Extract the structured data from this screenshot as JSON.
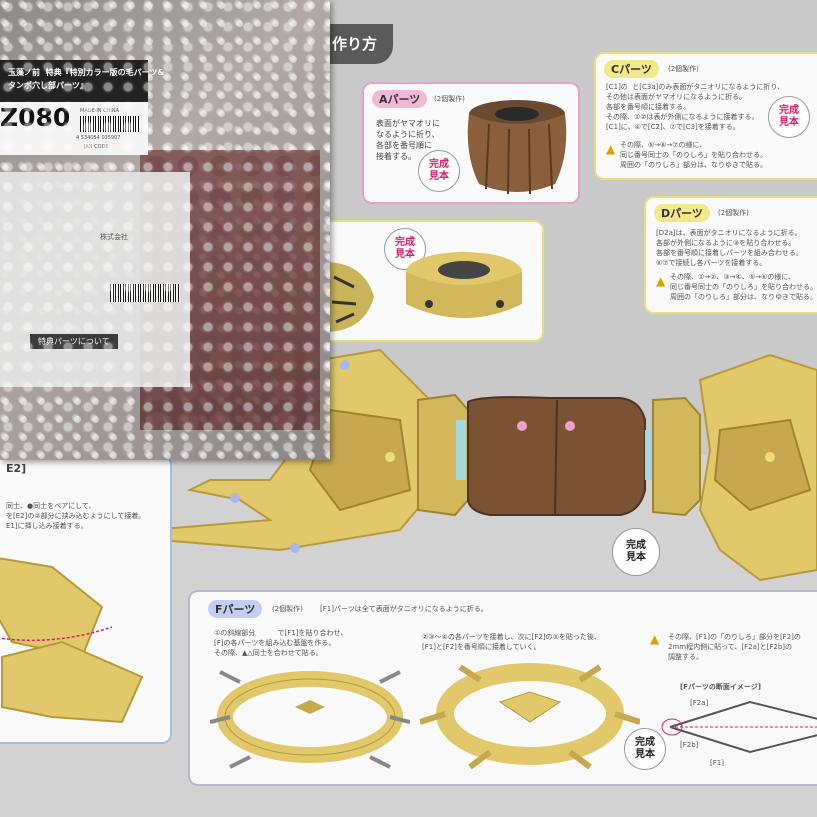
{
  "sheet": {
    "title": "作り方",
    "cards": {
      "a": {
        "badge": "Aパーツ",
        "count": "(2個製作)",
        "text": "表面がヤマオリに\nなるように折り、\n各部を番号順に\n接着する。",
        "done": "完成\n見本"
      },
      "a2": {
        "done": "完成\n見本"
      },
      "c": {
        "badge": "Cパーツ",
        "count": "(2個製作)",
        "text": "[C1]の  と[C3a]のみ表面がタニオリになるように折り、\nその他は表面がヤマオリになるように折る。\n各部を番号順に接着する。\nその際、①②は表が外側になるように接着する。\n[C1]に、④で[C2]、⑦で[C3]を接着する。",
        "warn": "その際、⑤→⑥→⑦の様に、\n同じ番号同士の「のりしろ」を貼り合わせる。\n周囲の「のりしろ」部分は、なりゆきで貼る。",
        "done": "完成\n見本"
      },
      "d": {
        "badge": "Dパーツ",
        "count": "(2個製作)",
        "text": "[D2a]は、表面がタニオリになるように折る。\n各部が外側になるように③を貼り合わせる。\n各部を番号順に接着しパーツを組み合わせる。\n⑥⑦で接続し各パーツを接着する。",
        "warn": "その際、①→②、③→④、⑤→⑥の様に、\n同じ番号同士の「のりしろ」を貼り合わせる。\n周囲の「のりしろ」部分は、なりゆきで貼る。"
      },
      "f": {
        "badge": "Fパーツ",
        "count": "(2個製作)",
        "intro": "[F1]パーツは全て表面がタニオリになるように折る。",
        "step1": "①の斜線部分          で[F1]を貼り合わせ、\n[F]の各パーツを組み込む基盤を作る。\nその際、▲△同士を合わせて貼る。",
        "step2": "②③～④の各パーツを接着し、次に[F2]の⑤を貼った後、\n[F1]と[F2]を番号順に接着していく。",
        "warn": "その際、[F1]の「のりしろ」部分を[F2]の\n2mm程内側に貼って、[F2a]と[F2b]の\n調整する。",
        "cross_title": "[Fパーツの断面イメージ]",
        "cross_labels": [
          "[F2a]",
          "[F2b]",
          "[F1]"
        ],
        "done": "完成\n見本"
      },
      "e": {
        "label": "E2]",
        "text": "同士、●同士をペアにして、\nを[E2]の②部分に挟み込むようにして接着。\nE1]に挿し込み接着する。"
      }
    },
    "main_done": "完成\n見本"
  },
  "package": {
    "label_head": "玉藻ノ前  特典『特別カラー版の毛パーツ&\nタンポ穴し部パーツ』",
    "code": "Z080",
    "small_text": "MADE IN CHINA",
    "barcode_num": "4 534054 035907",
    "jan": "JAN CODE",
    "card_title": "特典パーツについて",
    "card_text": "株式会社"
  },
  "colors": {
    "barrel": "#7a5234",
    "gold": "#e1c86a",
    "gold_dark": "#b89a3a",
    "pink_accent": "#e8a3c8",
    "yellow_accent": "#e9e07a",
    "blue_accent": "#a8b8e8"
  }
}
